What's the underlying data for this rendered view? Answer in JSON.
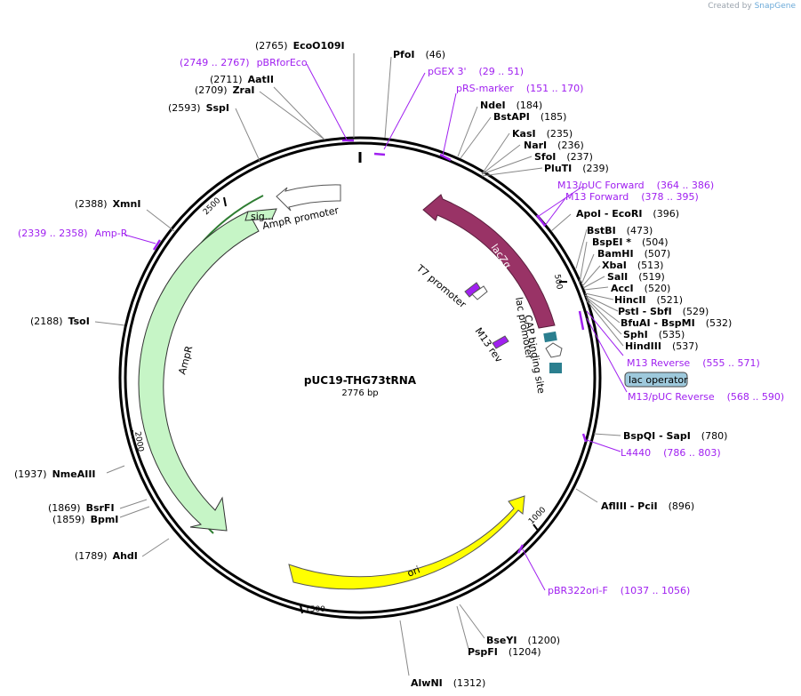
{
  "credit": {
    "prefix": "Created by",
    "brand": "SnapGene"
  },
  "plasmid": {
    "name": "pUC19-THG73tRNA",
    "length": "2776 bp"
  },
  "ticks": [
    "500",
    "1000",
    "1500",
    "2000",
    "2500"
  ],
  "enzymes": [
    {
      "name": "EcoO109I",
      "pos": "(2765)",
      "side": "left"
    },
    {
      "name": "AatII",
      "pos": "(2711)",
      "side": "left"
    },
    {
      "name": "ZraI",
      "pos": "(2709)",
      "side": "left"
    },
    {
      "name": "SspI",
      "pos": "(2593)",
      "side": "left"
    },
    {
      "name": "XmnI",
      "pos": "(2388)",
      "side": "left"
    },
    {
      "name": "TsoI",
      "pos": "(2188)",
      "side": "left"
    },
    {
      "name": "NmeAIII",
      "pos": "(1937)",
      "side": "left"
    },
    {
      "name": "BsrFI",
      "pos": "(1869)",
      "side": "left"
    },
    {
      "name": "BpmI",
      "pos": "(1859)",
      "side": "left"
    },
    {
      "name": "AhdI",
      "pos": "(1789)",
      "side": "left"
    },
    {
      "name": "PfoI",
      "pos": "(46)",
      "side": "right"
    },
    {
      "name": "NdeI",
      "pos": "(184)",
      "side": "right"
    },
    {
      "name": "BstAPI",
      "pos": "(185)",
      "side": "right"
    },
    {
      "name": "KasI",
      "pos": "(235)",
      "side": "right"
    },
    {
      "name": "NarI",
      "pos": "(236)",
      "side": "right"
    },
    {
      "name": "SfoI",
      "pos": "(237)",
      "side": "right"
    },
    {
      "name": "PluTI",
      "pos": "(239)",
      "side": "right"
    },
    {
      "name": "ApoI  - EcoRI",
      "pos": "(396)",
      "side": "right"
    },
    {
      "name": "BstBI",
      "pos": "(473)",
      "side": "right"
    },
    {
      "name": "BspEI *",
      "pos": "(504)",
      "side": "right"
    },
    {
      "name": "BamHI",
      "pos": "(507)",
      "side": "right"
    },
    {
      "name": "XbaI",
      "pos": "(513)",
      "side": "right"
    },
    {
      "name": "SalI",
      "pos": "(519)",
      "side": "right"
    },
    {
      "name": "AccI",
      "pos": "(520)",
      "side": "right"
    },
    {
      "name": "HincII",
      "pos": "(521)",
      "side": "right"
    },
    {
      "name": "PstI  - SbfI",
      "pos": "(529)",
      "side": "right"
    },
    {
      "name": "BfuAI  - BspMI",
      "pos": "(532)",
      "side": "right"
    },
    {
      "name": "SphI",
      "pos": "(535)",
      "side": "right"
    },
    {
      "name": "HindIII",
      "pos": "(537)",
      "side": "right"
    },
    {
      "name": "BspQI  - SapI",
      "pos": "(780)",
      "side": "right"
    },
    {
      "name": "AflIII  - PciI",
      "pos": "(896)",
      "side": "right"
    },
    {
      "name": "BseYI",
      "pos": "(1200)",
      "side": "right"
    },
    {
      "name": "PspFI",
      "pos": "(1204)",
      "side": "right"
    },
    {
      "name": "AlwNI",
      "pos": "(1312)",
      "side": "right"
    }
  ],
  "primers": [
    {
      "name": "pBRforEco",
      "range": "(2749 .. 2767)",
      "side": "left"
    },
    {
      "name": "Amp-R",
      "range": "(2339 .. 2358)",
      "side": "left"
    },
    {
      "name": "pGEX 3'",
      "range": "(29 .. 51)",
      "side": "right"
    },
    {
      "name": "pRS-marker",
      "range": "(151 .. 170)",
      "side": "right"
    },
    {
      "name": "M13/pUC Forward",
      "range": "(364 .. 386)",
      "side": "right"
    },
    {
      "name": "M13 Forward",
      "range": "(378 .. 395)",
      "side": "right"
    },
    {
      "name": "M13 Reverse",
      "range": "(555 .. 571)",
      "side": "right"
    },
    {
      "name": "M13/pUC Reverse",
      "range": "(568 .. 590)",
      "side": "right"
    },
    {
      "name": "L4440",
      "range": "(786 .. 803)",
      "side": "right"
    },
    {
      "name": "pBR322ori-F",
      "range": "(1037 .. 1056)",
      "side": "right"
    }
  ],
  "features": {
    "ampr": "AmpR",
    "ampr_promoter": "AmpR promoter",
    "sig": "sig...",
    "lacza": "lacZα",
    "ori": "ori",
    "t7": "T7 promoter",
    "m13rev": "M13 rev",
    "lac_promoter": "lac promoter",
    "cap": "CAP binding site",
    "lac_operator": "lac operator"
  },
  "colors": {
    "primer": "#a020f0",
    "ampr": "#c6f5c6",
    "ampr_edge": "#2e7d32",
    "lacza": "#993366",
    "ori": "#ffff00",
    "teal": "#2b7f8f",
    "operator": "#9ec9dc"
  }
}
